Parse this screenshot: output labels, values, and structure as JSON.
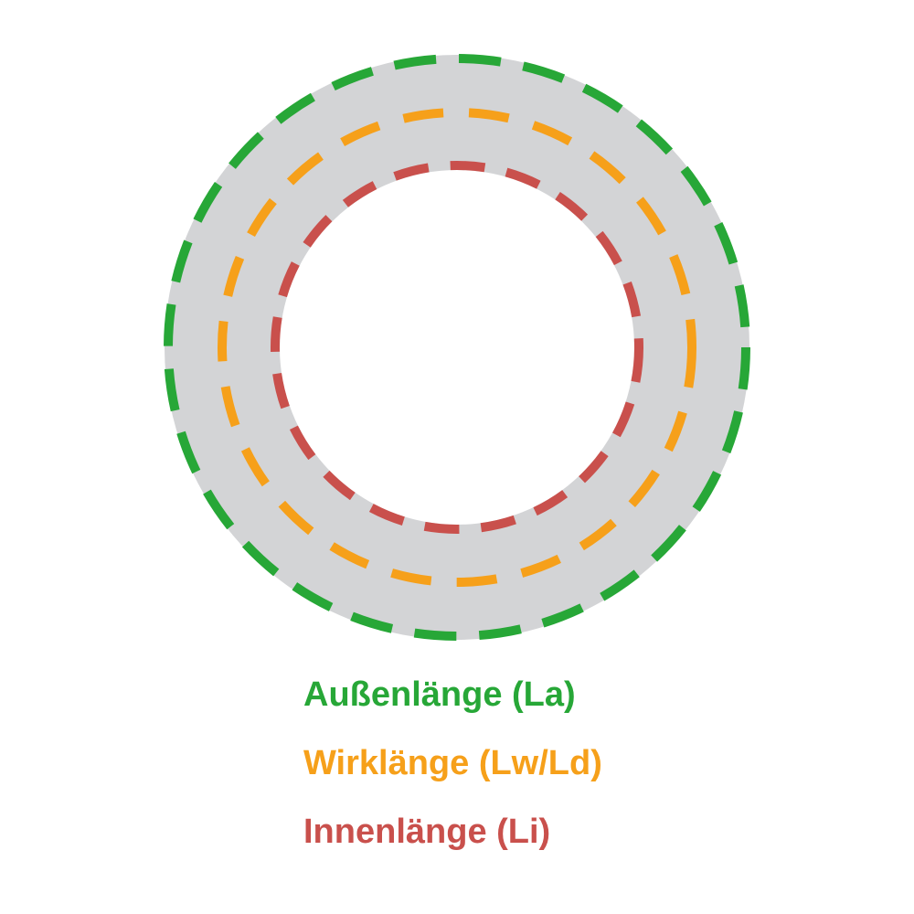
{
  "diagram": {
    "belt_color": "#d3d4d6",
    "background_color": "#ffffff",
    "rings": [
      {
        "id": "outer",
        "label": "Außenlänge (La)",
        "color": "#27a737"
      },
      {
        "id": "effective",
        "label": "Wirklänge (Lw/Ld)",
        "color": "#f6a01a"
      },
      {
        "id": "inner",
        "label": "Innenlänge (Li)",
        "color": "#c9504c"
      }
    ]
  }
}
